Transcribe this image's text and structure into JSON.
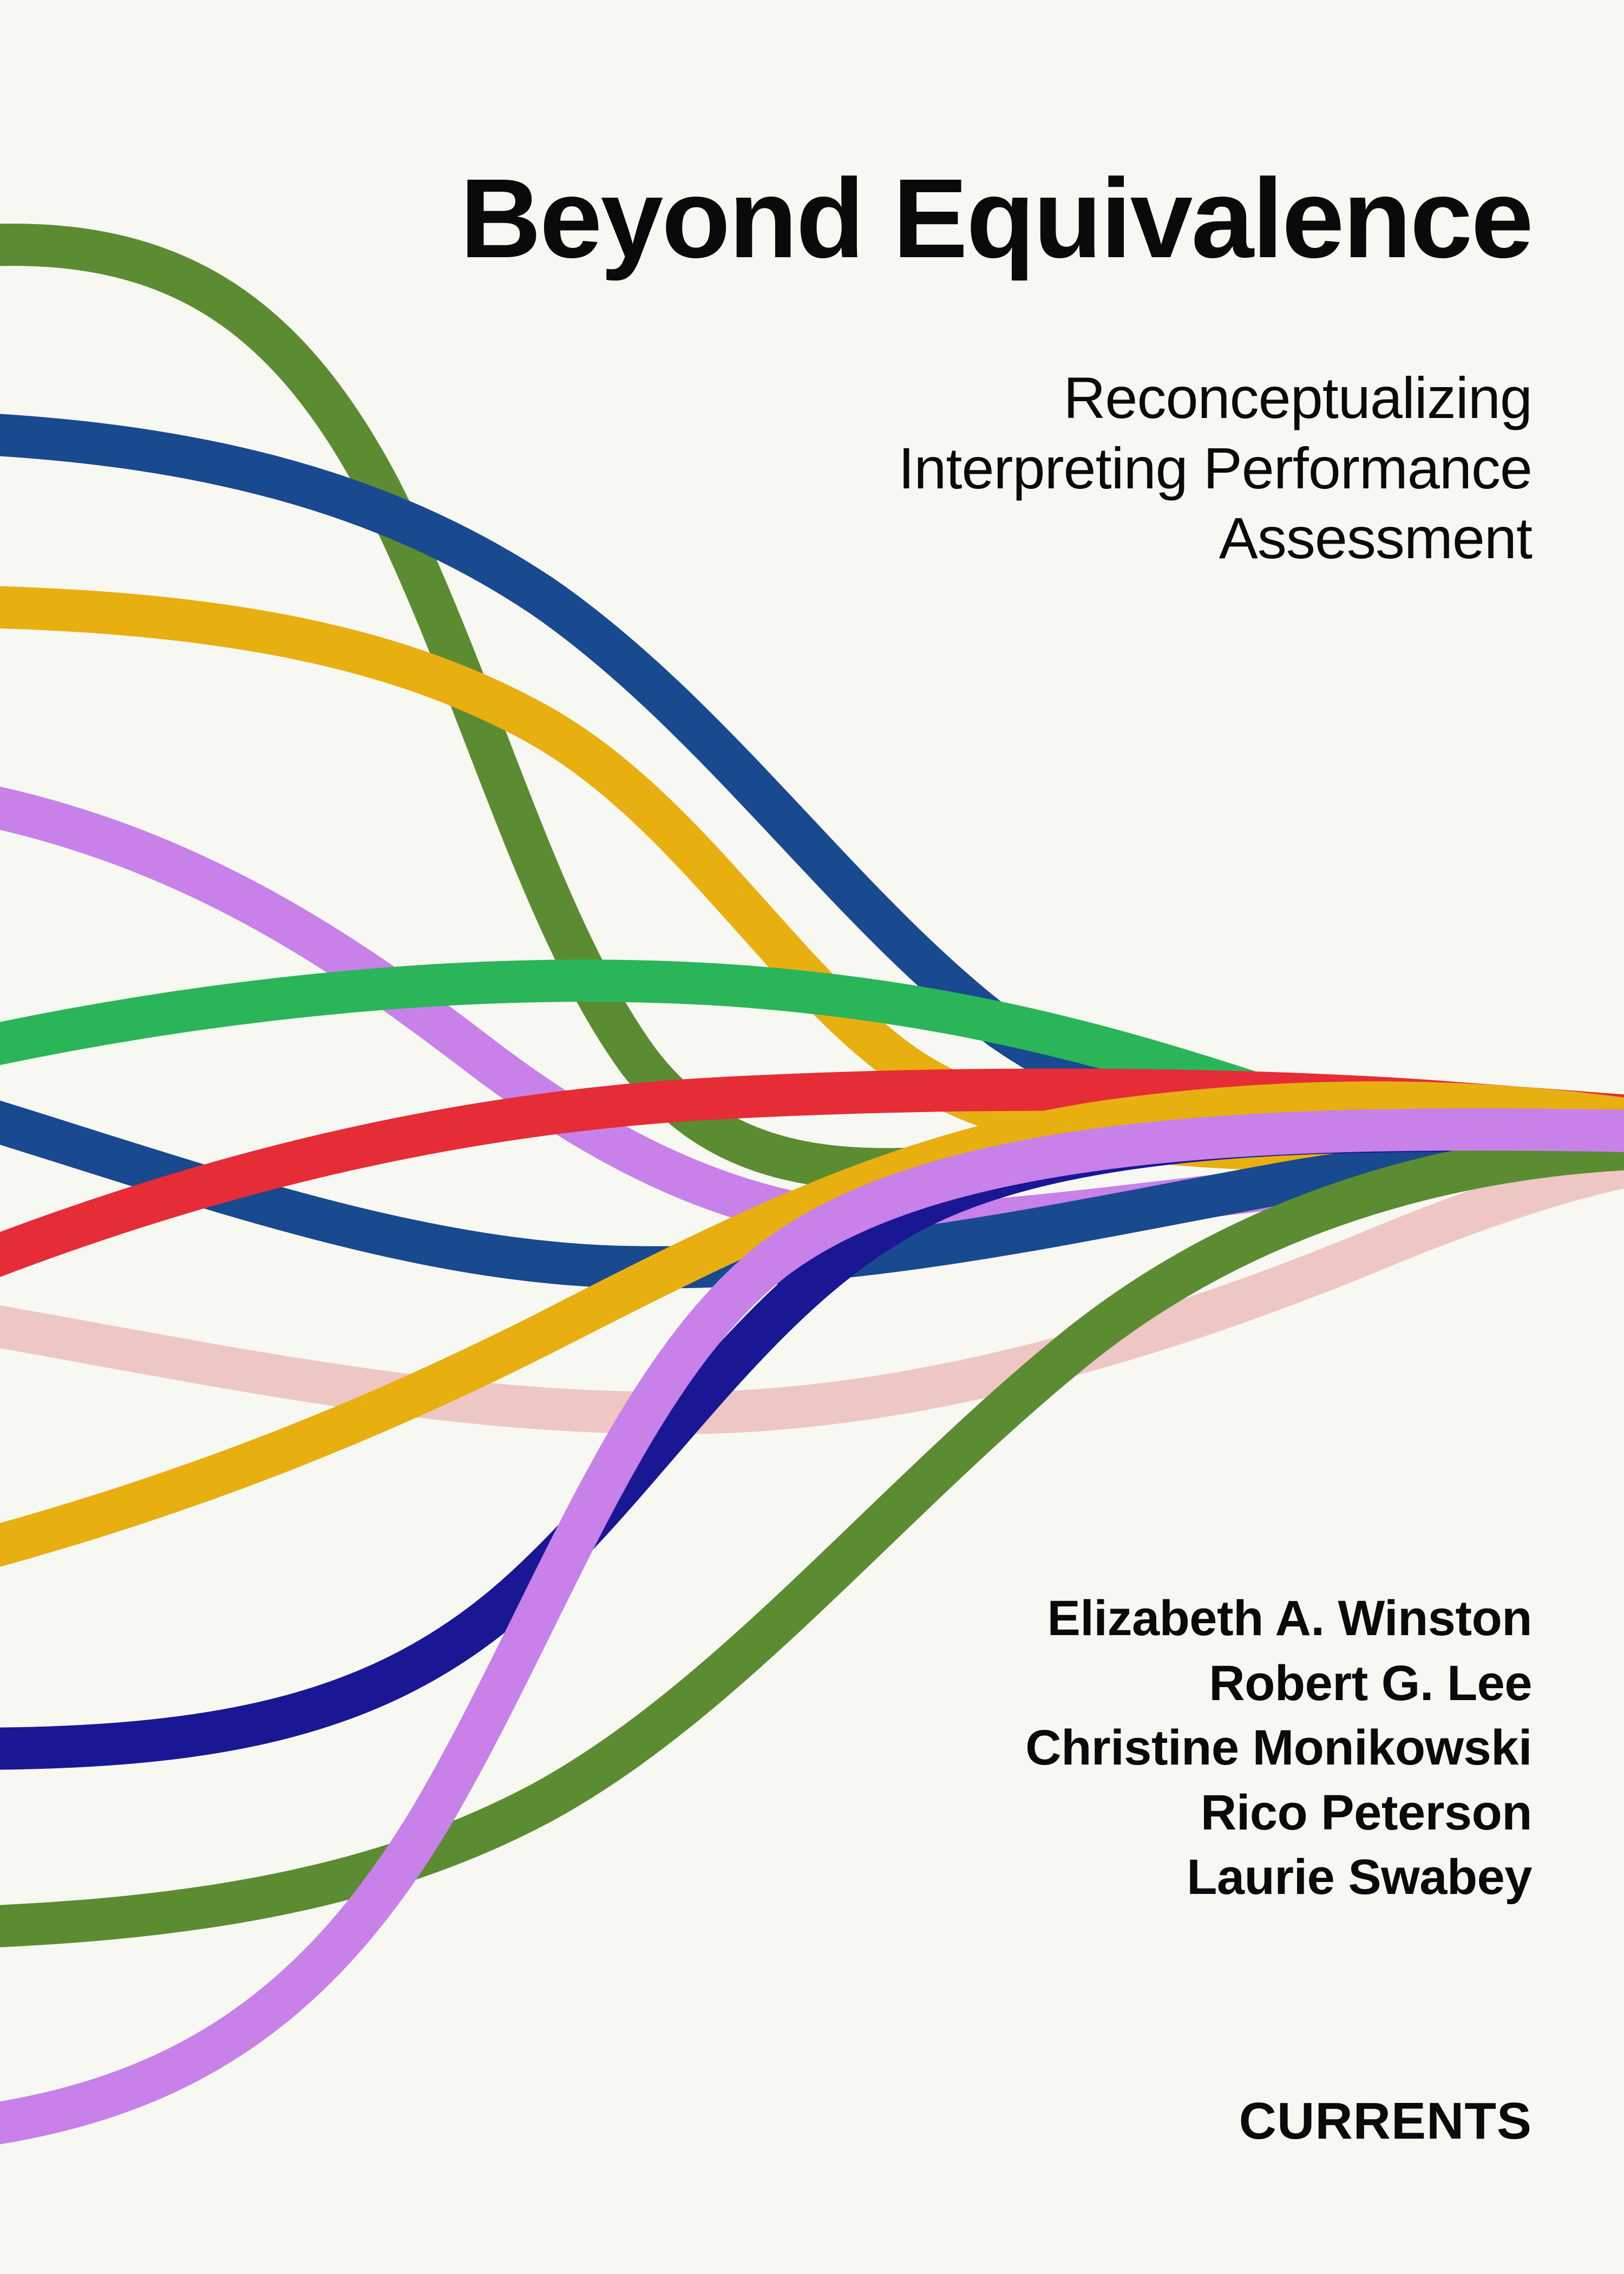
{
  "cover": {
    "title": "Beyond Equivalence",
    "subtitle_lines": [
      "Reconceptualizing",
      "Interpreting Performance",
      "Assessment"
    ],
    "authors": [
      "Elizabeth A. Winston",
      "Robert G. Lee",
      "Christine Monikowski",
      "Rico Peterson",
      "Laurie Swabey"
    ],
    "imprint": "CURRENTS",
    "background_color": "#f7f8f1",
    "text_color": "#0a0a0a"
  },
  "artwork": {
    "description": "Overlapping flowing ribbon curves converging to the right",
    "blend_mode": "multiply",
    "ribbon_colors": {
      "olive_green": "#5f9035",
      "steel_blue": "#194b96",
      "amber": "#f0b411",
      "lilac": "#ce85f7",
      "emerald": "#2bba5e",
      "crimson": "#ee2d39",
      "blush_pink": "#f6cdd0",
      "indigo": "#1a179e"
    },
    "ribbons": [
      {
        "name": "olive-green-descending",
        "color": "#5f9035",
        "width": 78
      },
      {
        "name": "steel-blue-upper",
        "color": "#194b96",
        "width": 78
      },
      {
        "name": "amber-upper",
        "color": "#f0b411",
        "width": 78
      },
      {
        "name": "lilac-upper",
        "color": "#ce85f7",
        "width": 78
      },
      {
        "name": "emerald-mid",
        "color": "#2bba5e",
        "width": 78
      },
      {
        "name": "steel-blue-mid",
        "color": "#194b96",
        "width": 78
      },
      {
        "name": "crimson-mid",
        "color": "#ee2d39",
        "width": 78
      },
      {
        "name": "blush-pink-lower",
        "color": "#f6cdd0",
        "width": 78
      },
      {
        "name": "amber-lower",
        "color": "#f0b411",
        "width": 78
      },
      {
        "name": "indigo-lower",
        "color": "#1a179e",
        "width": 78
      },
      {
        "name": "olive-green-ascending",
        "color": "#5f9035",
        "width": 78
      },
      {
        "name": "lilac-ascending",
        "color": "#ce85f7",
        "width": 78
      }
    ]
  }
}
